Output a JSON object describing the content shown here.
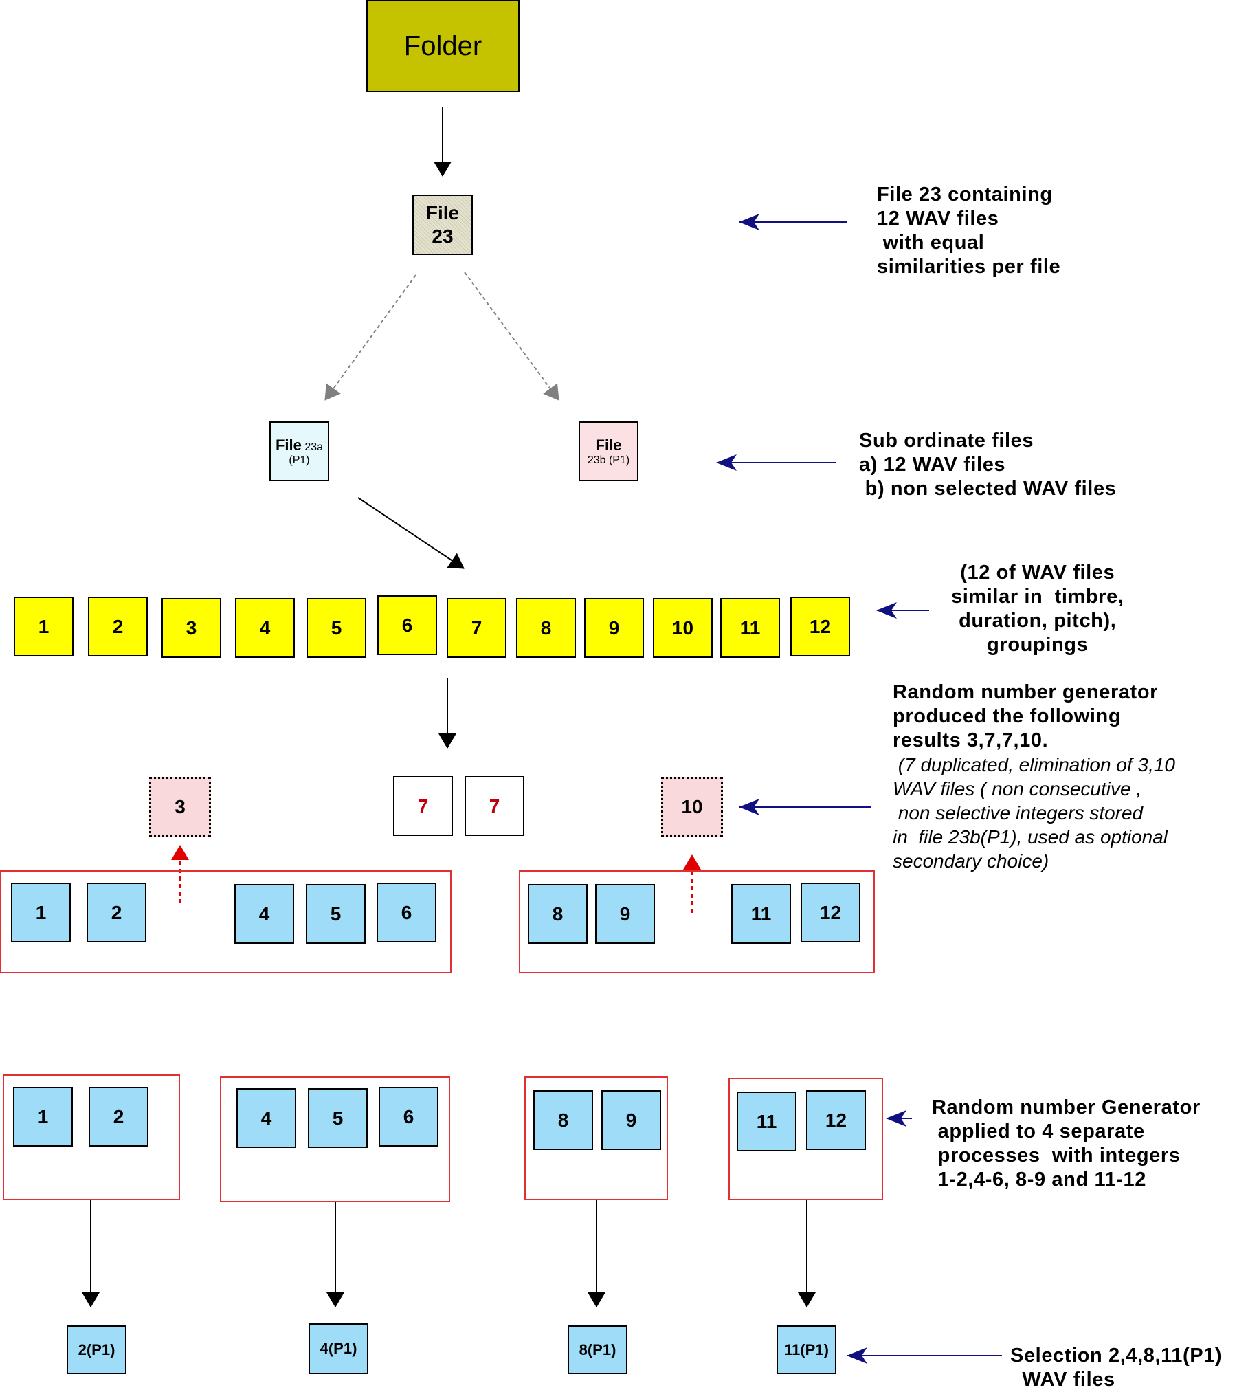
{
  "folder": {
    "label": "Folder"
  },
  "file23": {
    "line1": "File",
    "line2": "23"
  },
  "file23a": {
    "main": "File",
    "sub": "23a",
    "tag": "(P1)"
  },
  "file23b": {
    "main": "File",
    "sub": "23b (P1)"
  },
  "notes": {
    "file23": "File 23 containing\n12 WAV files\n with equal\nsimilarities per file",
    "subordinate": "Sub ordinate files\na) 12 WAV files\n b) non selected WAV files",
    "similar": "(12 of WAV files\nsimilar in  timbre,\nduration, pitch),\ngroupings",
    "rng_bold": "Random number generator\nproduced the following\nresults 3,7,7,10.",
    "rng_italic": " (7 duplicated, elimination of 3,10\nWAV files ( non consecutive ,\n non selective integers stored\nin  file 23b(P1), used as optional\nsecondary choice)",
    "rng_groups": "Random number Generator\n applied to 4 separate\n processes  with integers\n 1-2,4-6, 8-9 and 11-12",
    "selection": "Selection 2,4,8,11(P1)\n  WAV files"
  },
  "wav_files": [
    "1",
    "2",
    "3",
    "4",
    "5",
    "6",
    "7",
    "8",
    "9",
    "10",
    "11",
    "12"
  ],
  "eliminated": [
    "3",
    "10"
  ],
  "duplicated": [
    "7",
    "7"
  ],
  "remaining_left": [
    "1",
    "2",
    "4",
    "5",
    "6"
  ],
  "remaining_right": [
    "8",
    "9",
    "11",
    "12"
  ],
  "groups": [
    [
      "1",
      "2"
    ],
    [
      "4",
      "5",
      "6"
    ],
    [
      "8",
      "9"
    ],
    [
      "11",
      "12"
    ]
  ],
  "selections": [
    "2(P1)",
    "4(P1)",
    "8(P1)",
    "11(P1)"
  ],
  "colors": {
    "folder": "#c5c300",
    "wav_yellow": "#ffff00",
    "wav_blue": "#9fdcf7",
    "eliminated_pink": "#f9d9db",
    "selected_red_text": "#c0000f",
    "group_border": "#e03030",
    "note_arrow": "#101080"
  }
}
